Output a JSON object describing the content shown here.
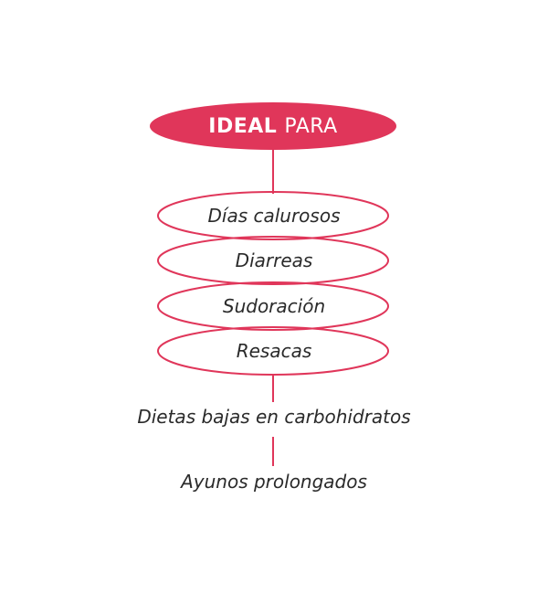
{
  "header": {
    "bold_text": "IDEAL",
    "regular_text": "PARA"
  },
  "items": [
    {
      "label": "Días calurosos"
    },
    {
      "label": "Diarreas"
    },
    {
      "label": "Sudoración"
    },
    {
      "label": "Resacas"
    }
  ],
  "extra_items": [
    {
      "label": "Dietas bajas en carbohidratos"
    },
    {
      "label": "Ayunos prolongados"
    }
  ],
  "colors": {
    "accent": "#E0365A",
    "text": "#2a2a2a",
    "background": "#ffffff"
  }
}
